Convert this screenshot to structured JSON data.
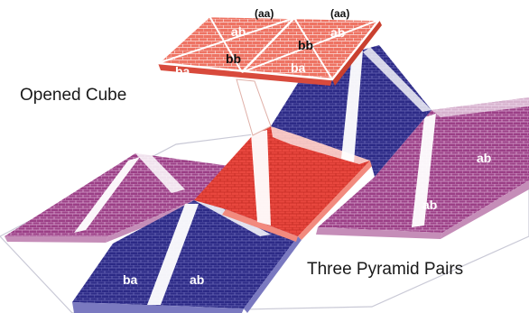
{
  "captions": {
    "cube": "Opened Cube",
    "pyramids": "Three Pyramid Pairs"
  },
  "cube_face_labels": {
    "aa_left": "(aa)",
    "aa_right": "(aa)",
    "ab_left": "ab",
    "ab_right": "ab",
    "bb_left": "bb",
    "bb_right": "bb",
    "ba_left": "ba",
    "ba_right": "ba"
  },
  "pyramid_labels": {
    "right_upper": "ab",
    "right_lower": "ab",
    "bottom_left": "ba",
    "bottom_right": "ab"
  },
  "colors": {
    "red": "#e8473e",
    "red_light": "#f28a7e",
    "navy": "#2c2a86",
    "navy_light": "#7a79c0",
    "magenta": "#9b3f86",
    "magenta_light": "#c58db8",
    "cube_top": "#ee7363",
    "white_stair": "#ffffff"
  }
}
